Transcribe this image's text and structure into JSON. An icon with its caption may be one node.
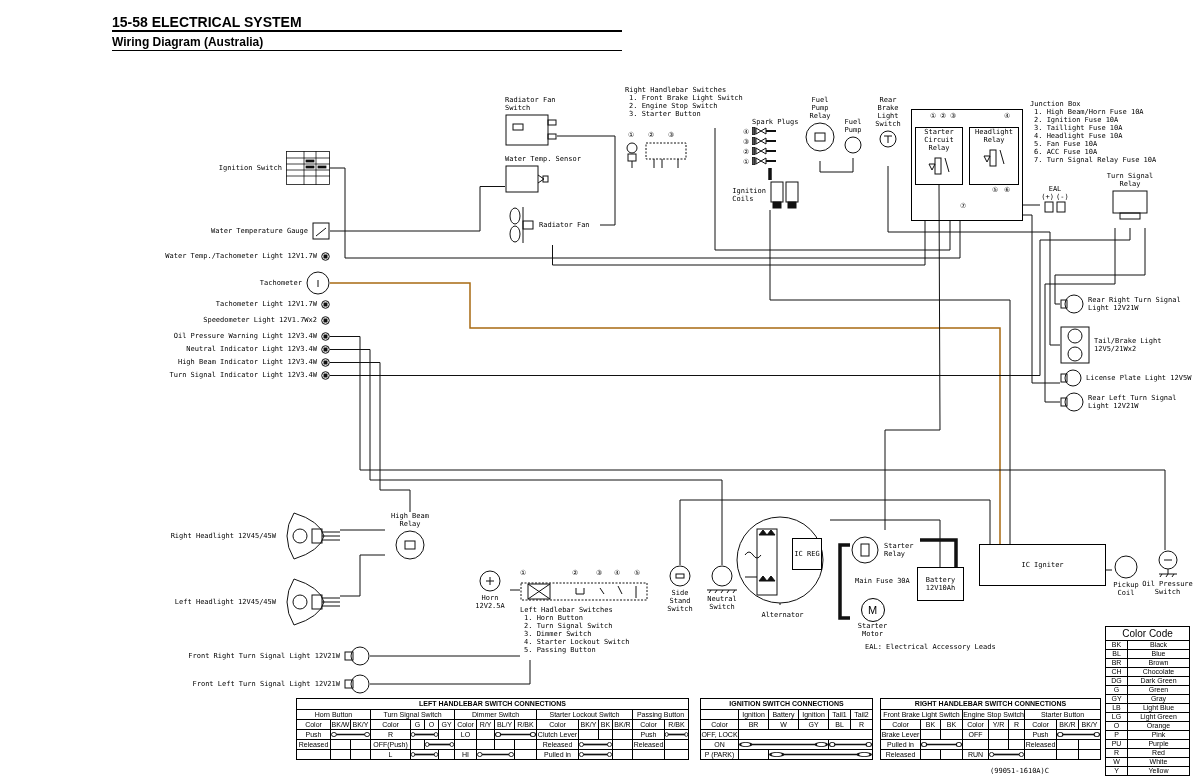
{
  "diagram": {
    "title": "15-58 ELECTRICAL SYSTEM",
    "caption": "Wiring Diagram (Australia)",
    "nodes": [
      {
        "text": [
          "Ignition Switch"
        ]
      },
      {
        "text": [
          "Water Temperature Gauge"
        ]
      },
      {
        "text": [
          "Water Temp./Tachometer Light 12V1.7W"
        ]
      },
      {
        "text": [
          "Tachometer"
        ]
      },
      {
        "text": [
          "Tachometer Light 12V1.7W"
        ]
      },
      {
        "text": [
          "Speedometer Light 12V1.7Wx2"
        ]
      },
      {
        "text": [
          "Oil Pressure Warning Light 12V3.4W"
        ]
      },
      {
        "text": [
          "Neutral Indicator Light 12V3.4W"
        ]
      },
      {
        "text": [
          "High Beam Indicator Light 12V3.4W"
        ]
      },
      {
        "text": [
          "Turn Signal Indicator Light 12V3.4W"
        ]
      },
      {
        "text": [
          "Radiator Fan Switch"
        ]
      },
      {
        "text": [
          "Water Temp. Sensor"
        ]
      },
      {
        "text": [
          "Radiator Fan"
        ]
      },
      {
        "text": [
          "Right Handlebar Switches",
          "1. Front Brake Light Switch",
          "2. Engine Stop Switch",
          "3. Starter Button"
        ],
        "beside": [
          "①",
          "②",
          "③"
        ]
      },
      {
        "text": [
          "Spark Plugs"
        ],
        "beside": [
          "④",
          "③",
          "②",
          "①"
        ]
      },
      {
        "text": [
          "Ignition Coils"
        ]
      },
      {
        "text": [
          "Fuel Pump Relay"
        ]
      },
      {
        "text": [
          "Fuel Pump"
        ]
      },
      {
        "text": [
          "Rear Brake Light Switch"
        ]
      },
      {
        "text": [
          "①",
          "②",
          "③",
          "④",
          "⑤",
          "⑥",
          "⑦"
        ],
        "beside": [
          "Junction Box",
          "1. High Beam/Horn Fuse 10A",
          "2. Ignition Fuse 10A",
          "3. Taillight Fuse 10A",
          "4. Headlight Fuse 10A",
          "5. Fan Fuse 10A",
          "6. ACC Fuse 10A",
          "7. Turn Signal Relay Fuse 10A"
        ]
      },
      {
        "text": [
          "Starter Circuit Relay"
        ],
        "in": 19
      },
      {
        "text": [
          "Headlight Relay"
        ],
        "in": 19
      },
      {
        "text": [
          "EAL",
          "(+)",
          "(-)"
        ]
      },
      {
        "text": [
          "Turn Signal Relay"
        ]
      },
      {
        "text": [
          "Rear Right Turn Signal Light 12V21W"
        ]
      },
      {
        "text": [
          "Tail/Brake Light 12V5/21Wx2"
        ]
      },
      {
        "text": [
          "License Plate Light 12V5W"
        ]
      },
      {
        "text": [
          "Rear Left Turn Signal Light 12V21W"
        ]
      },
      {
        "text": [
          "Right Headlight 12V45/45W"
        ]
      },
      {
        "text": [
          "Left Headlight 12V45/45W"
        ]
      },
      {
        "text": [
          "High Beam Relay"
        ]
      },
      {
        "text": [
          "Front Right Turn Signal Light 12V21W"
        ]
      },
      {
        "text": [
          "Front Left Turn Signal Light 12V21W"
        ]
      },
      {
        "text": [
          "Horn 12V2.5A"
        ]
      },
      {
        "text": [
          "Left Hadlebar Switches",
          "1. Horn Button",
          "2. Turn Signal Switch",
          "3. Dimmer Switch",
          "4. Starter Lockout Switch",
          "5. Passing Button"
        ],
        "beside": [
          "①",
          "②",
          "③",
          "④",
          "⑤"
        ]
      },
      {
        "text": [
          "Side Stand Switch"
        ]
      },
      {
        "text": [
          "Neutral Switch"
        ]
      },
      {
        "text": [
          "Alternator"
        ]
      },
      {
        "text": [
          "IC REG"
        ],
        "in": 37
      },
      {
        "text": [
          "Starter Relay"
        ]
      },
      {
        "text": [
          "Main Fuse 30A"
        ]
      },
      {
        "text": [
          "M",
          "Starter Motor"
        ]
      },
      {
        "text": [
          "Battery 12V10Ah"
        ]
      },
      {
        "text": [
          "IC Igniter"
        ]
      },
      {
        "text": [
          "Pickup Coil"
        ]
      },
      {
        "text": [
          "Oil Pressure Switch"
        ]
      }
    ],
    "edges": [
      {
        "from": 0,
        "to": 19,
        "arrow": "none"
      },
      {
        "from": 1,
        "to": 11,
        "arrow": "none"
      },
      {
        "from": 3,
        "to": 43,
        "arrow": "none",
        "color": "#a86a12"
      },
      {
        "from": 6,
        "to": 45,
        "arrow": "none"
      },
      {
        "from": 7,
        "to": 36,
        "arrow": "none"
      },
      {
        "from": 8,
        "to": 30,
        "arrow": "none"
      },
      {
        "from": 9,
        "to": 23,
        "arrow": "none"
      },
      {
        "from": 10,
        "to": 12,
        "arrow": "none"
      },
      {
        "from": 12,
        "to": 19,
        "arrow": "none"
      },
      {
        "from": 13,
        "to": 19,
        "arrow": "none"
      },
      {
        "from": 14,
        "to": 15,
        "arrow": "none",
        "style": "thick"
      },
      {
        "from": 15,
        "to": 43,
        "arrow": "none"
      },
      {
        "from": 16,
        "to": 17,
        "arrow": "none"
      },
      {
        "from": 18,
        "to": 25,
        "arrow": "none"
      },
      {
        "from": 19,
        "to": 22,
        "arrow": "none"
      },
      {
        "from": 23,
        "to": 24,
        "arrow": "none"
      },
      {
        "from": 23,
        "to": 27,
        "arrow": "none"
      },
      {
        "from": 19,
        "to": 26,
        "arrow": "none"
      },
      {
        "from": 28,
        "to": 30,
        "arrow": "none"
      },
      {
        "from": 29,
        "to": 30,
        "arrow": "none"
      },
      {
        "from": 31,
        "to": 34,
        "arrow": "none"
      },
      {
        "from": 32,
        "to": 34,
        "arrow": "none"
      },
      {
        "from": 33,
        "to": 34,
        "arrow": "none"
      },
      {
        "from": 35,
        "to": 43,
        "arrow": "none"
      },
      {
        "from": 37,
        "to": 42,
        "arrow": "none"
      },
      {
        "from": 39,
        "to": 41,
        "arrow": "none",
        "style": "thick"
      },
      {
        "from": 39,
        "to": 42,
        "arrow": "none",
        "style": "thick"
      },
      {
        "from": 44,
        "to": 43,
        "arrow": "none"
      },
      {
        "from": 20,
        "to": 39,
        "arrow": "none"
      }
    ],
    "labels": [
      "EAL: Electrical Accessory Leads",
      "LEFT HANDLEBAR SWITCH CONNECTIONS",
      "Horn Button",
      "Turn Signal Switch",
      "Dimmer Switch",
      "Starter Lockout Switch",
      "Passing Button",
      "Color",
      "BK/W",
      "BK/Y",
      "Color",
      "G",
      "O",
      "GY",
      "Color",
      "R/Y",
      "BL/Y",
      "R/BK",
      "Color",
      "BK/Y",
      "BK",
      "BK/R",
      "Color",
      "R/BK",
      "Push",
      "R",
      "LO",
      "Clutch Lever",
      "Push",
      "Released",
      "OFF(Push)",
      "Released",
      "Released",
      "L",
      "HI",
      "Pulled in",
      "IGNITION SWITCH CONNECTIONS",
      "Ignition",
      "Battery",
      "Ignition",
      "Tail1",
      "Tail2",
      "Color",
      "BR",
      "W",
      "GY",
      "BL",
      "R",
      "OFF, LOCK",
      "ON",
      "P (PARK)",
      "RIGHT HANDLEBAR SWITCH CONNECTIONS",
      "Front Brake Light Switch",
      "Engine Stop Switch",
      "Starter Button",
      "Color",
      "BK",
      "BK",
      "Color",
      "Y/R",
      "R",
      "Color",
      "BK/R",
      "BK/Y",
      "Brake Lever",
      "OFF",
      "Push",
      "Pulled in",
      "Released",
      "Released",
      "RUN",
      "Color Code",
      "BK",
      "Black",
      "BL",
      "Blue",
      "BR",
      "Brown",
      "CH",
      "Chocolate",
      "DG",
      "Dark Green",
      "G",
      "Green",
      "GY",
      "Gray",
      "LB",
      "Light Blue",
      "LG",
      "Light Green",
      "O",
      "Orange",
      "P",
      "Pink",
      "PU",
      "Purple",
      "R",
      "Red",
      "W",
      "White",
      "Y",
      "Yellow",
      "(99051-1610A)C"
    ]
  }
}
